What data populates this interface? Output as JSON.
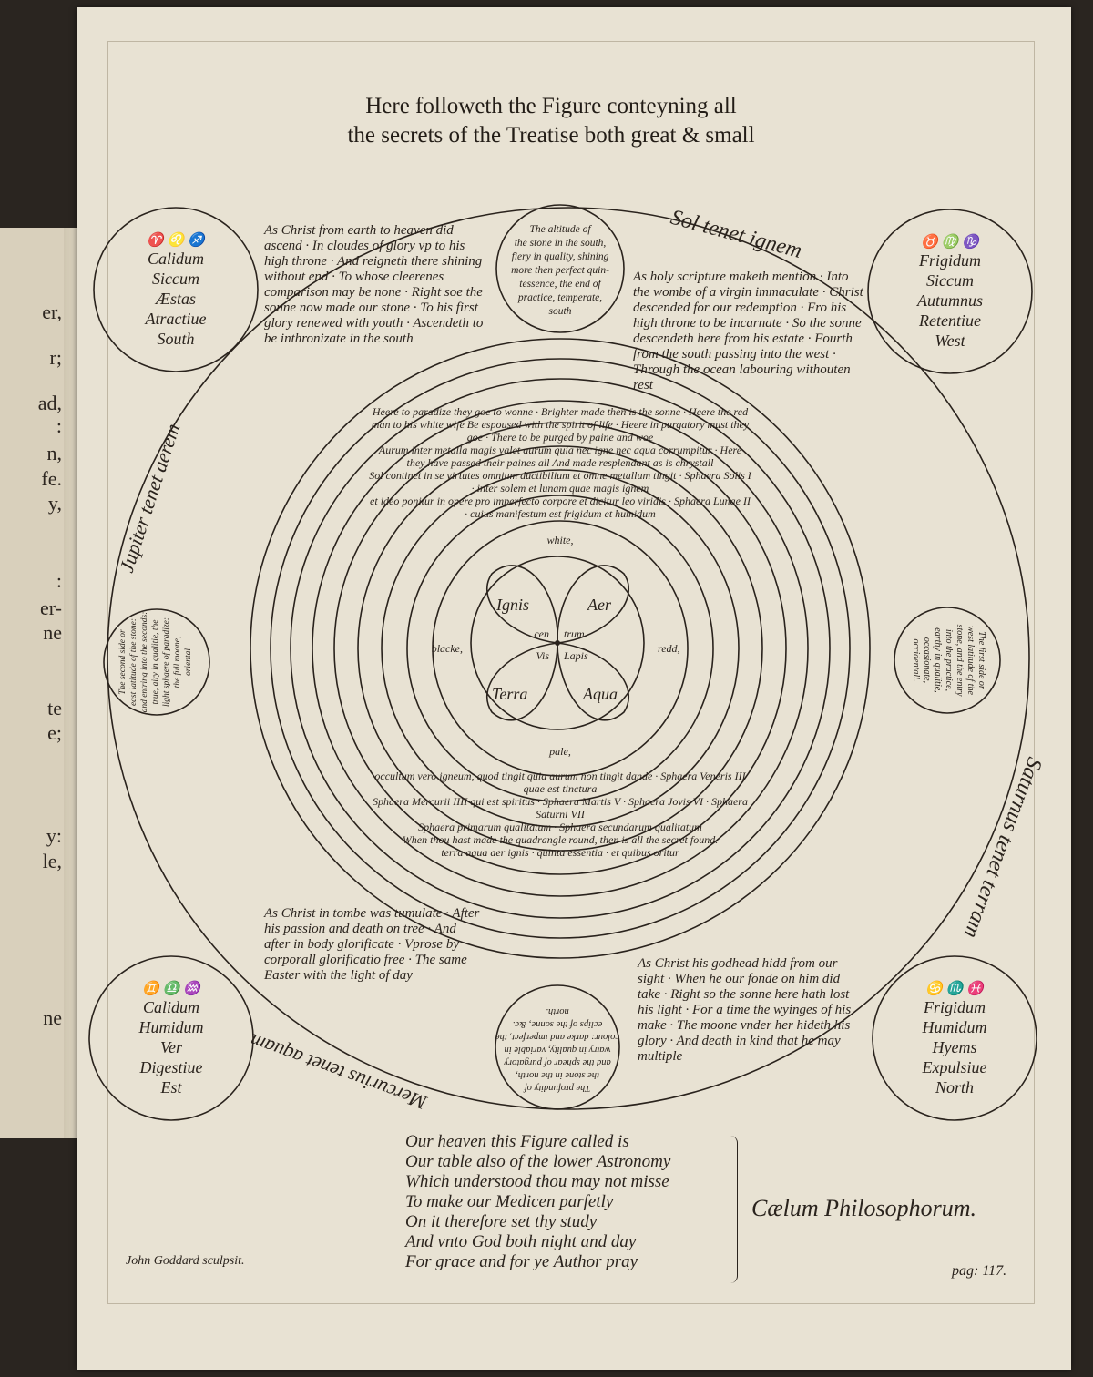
{
  "book_fragments": [
    "er,",
    "r;",
    "ad,",
    ":",
    "n,",
    "fe.",
    "y,",
    ":",
    "er-",
    "ne",
    "te",
    "e;",
    "y:",
    "le,",
    "ne"
  ],
  "title": {
    "line1": "Here followeth the Figure conteyning all",
    "line2": "the secrets of the Treatise both great & small"
  },
  "outer_labels": {
    "top": "Sol tenet ignem",
    "right": "Saturnus tenet terram",
    "bottom": "Mercurius tenet aquam",
    "left": "Jupiter tenet aerem"
  },
  "verses": {
    "top_left": "As Christ from earth to heaven did ascend · In cloudes of glory vp to his high throne · And reigneth there shining without end · To whose cleerenes comparison may be none · Right soe the sonne now made our stone · To his first glory renewed with youth · Ascendeth to be inthronizate in the south",
    "top_right": "As holy scripture maketh mention · Into the wombe of a virgin immaculate · Christ descended for our redemption · Fro his high throne to be incarnate · So the sonne descendeth here from his estate · Fourth from the south passing into the west · Through the ocean labouring withouten rest",
    "bottom_right": "As Christ his godhead hidd from our sight · When he our fonde on him did take · Right so the sonne here hath lost his light · For a time the wyinges of his make · The moone vnder her hideth his glory · And death in kind that he may multiple",
    "bottom_left": "As Christ in tombe was tumulate · After his passion and death on tree · And after in body glorificate · Vprose by corporall glorificatio free · The same Easter with the light of day"
  },
  "rings": [
    "Heere to paradize they goe to wonne · Brighter made then is the sonne · Heere the red man to his white wife Be espoused with the spirit of life · Heere in purgatory must they goe · There to be purged by paine and woe",
    "Aurum inter metalla magis valet aurum quia nec igne nec aqua corrumpitur · Here they have passed their paines all And made resplendant as is chrystall",
    "Sol continet in se virtutes omnium ductibilium et omne metallum tingit · Sphaera Solis I · inter solem et lunam quae magis ignem",
    "et ideo ponitur in opere pro imperfecto corpore et dicitur leo viridis · Sphaera Lunae II · cuius manifestum est frigidum et humidum",
    "occultum vero igneum, quod tingit quia aurum non tingit dande · Sphaera Veneris III quae est tinctura",
    "Sphaera Mercurii IIII qui est spiritus · Sphaera Martis V · Sphaera Jovis VI · Sphaera Saturni VII",
    "Sphaera primarum qualitatum · Sphaera secundarum qualitatum",
    "When thou hast made the quadrangle round, then is all the secret found.",
    "terra aqua aer ignis · quinta essentia · et quibus oritur"
  ],
  "colors": [
    "white,",
    "redd,",
    "blacke,",
    "pale,"
  ],
  "center": {
    "ignis": "Ignis",
    "aer": "Aer",
    "aqua": "Aqua",
    "terra": "Terra",
    "cen": "cen",
    "trum": "trum",
    "lapis": "Lapis",
    "vis": "Vis"
  },
  "corners": {
    "top_left": {
      "signs": "♈ ♌ ♐",
      "lines": [
        "Calidum",
        "Siccum",
        "Æstas",
        "Atractiue",
        "South"
      ]
    },
    "top_right": {
      "signs": "♉ ♍ ♑",
      "lines": [
        "Frigidum",
        "Siccum",
        "Autumnus",
        "Retentiue",
        "West"
      ]
    },
    "bottom_left": {
      "signs": "♊ ♎ ♒",
      "lines": [
        "Calidum",
        "Humidum",
        "Ver",
        "Digestiue",
        "Est"
      ]
    },
    "bottom_right": {
      "signs": "♋ ♏ ♓",
      "lines": [
        "Frigidum",
        "Humidum",
        "Hyems",
        "Expulsiue",
        "North"
      ]
    }
  },
  "small_circles": {
    "top": [
      "The altitude of",
      "the stone in the south,",
      "fiery in quality, shining",
      "more then perfect quin-",
      "tessence, the end of",
      "practice, temperate,",
      "south"
    ],
    "right": [
      "The first side or",
      "west latitude of the",
      "stone, and the entry",
      "into the practice,",
      "earthy in qualitie,",
      "occasionate,",
      "occidentall."
    ],
    "left": [
      "The second side or",
      "east latitude of the stone:",
      "and entring into the seconds:",
      "true, airy in qualitie, the",
      "light sphaere of paradize:",
      "the full moone,",
      "oriental"
    ],
    "bottom": [
      "The profundity of",
      "the stone in the north,",
      "and the sphear of purgatory",
      "watry in quality, variable in",
      "colour: darke and imperfect, the",
      "eclips of the sonne, &c.",
      "north."
    ]
  },
  "poem": [
    "Our heaven this Figure called is",
    "Our table also of the lower Astronomy",
    "Which understood thou may not misse",
    "To make our Medicen parfetly",
    "On it therefore set thy study",
    "And vnto God both night and day",
    "For grace and for ye Author pray"
  ],
  "caelum": "Cælum Philosophorum.",
  "signature": "John Goddard sculpsit.",
  "page": "pag: 117."
}
